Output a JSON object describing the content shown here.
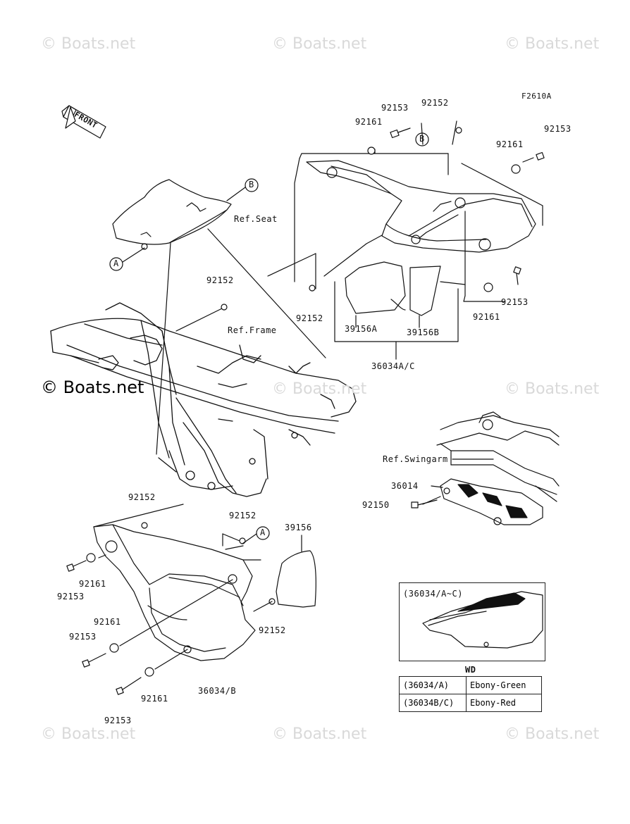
{
  "figure_code": "F2610A",
  "front_label": "FRONT",
  "watermarks": {
    "text": "© Boats.net",
    "prominent": "© Boats.net"
  },
  "callouts": {
    "A": "A",
    "B": "B"
  },
  "refs": {
    "seat": "Ref.Seat",
    "frame": "Ref.Frame",
    "swingarm": "Ref.Swingarm"
  },
  "parts": {
    "p92153": "92153",
    "p92152": "92152",
    "p92161": "92161",
    "p39156A": "39156A",
    "p39156B": "39156B",
    "p36034AC": "36034A/C",
    "p36014": "36014",
    "p92150": "92150",
    "p39156": "39156",
    "p36034B": "36034/B"
  },
  "inset_label": "(36034/A~C)",
  "wd_table": {
    "title": "WD",
    "rows": [
      {
        "code": "(36034/A)",
        "color": "Ebony-Green"
      },
      {
        "code": "(36034B/C)",
        "color": "Ebony-Red"
      }
    ]
  },
  "colors": {
    "line": "#111111",
    "watermark": "#d9d9d9"
  }
}
